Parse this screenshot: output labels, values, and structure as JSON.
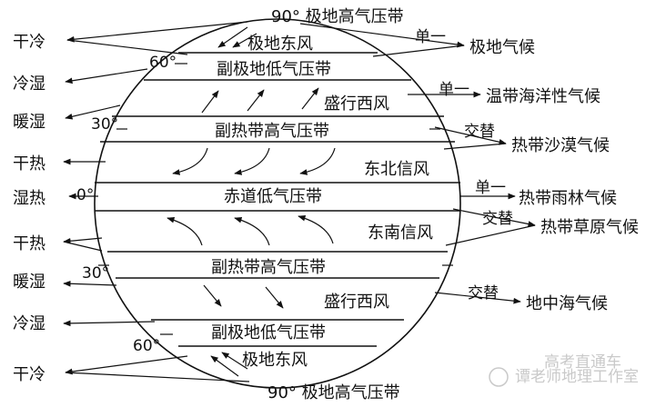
{
  "labels": {
    "top_pole": "90° 极地高气压带",
    "bottom_pole": "90° 极地高气压带",
    "north_polar_east": "极地东风",
    "north_subpolar_low": "副极地低气压带",
    "north_westerly": "盛行西风",
    "north_subtropical_high": "副热带高气压带",
    "ne_trade": "东北信风",
    "equator_low": "赤道低气压带",
    "se_trade": "东南信风",
    "south_subtropical_high": "副热带高气压带",
    "south_westerly": "盛行西风",
    "south_subpolar_low": "副极地低气压带",
    "south_polar_east": "极地东风"
  },
  "latitudes": {
    "n60": "60°",
    "n30": "30°",
    "eq": "0°",
    "s30": "30°",
    "s60": "60°"
  },
  "left_conditions": [
    "干冷",
    "冷湿",
    "暖湿",
    "干热",
    "湿热",
    "干热",
    "暖湿",
    "冷湿",
    "干冷"
  ],
  "right_types": {
    "single": "单一",
    "alternate": "交替",
    "polar": "极地气候",
    "marine": "温带海洋性气候",
    "desert": "热带沙漠气候",
    "rainforest": "热带雨林气候",
    "savanna": "热带草原气候",
    "mediterranean": "地中海气候"
  },
  "right_links": {
    "r1": "单一",
    "r2": "单一",
    "r3": "交替",
    "r4": "单一",
    "r5": "交替",
    "r6": "交替"
  },
  "watermark": {
    "line1": "高考直通车",
    "line2": "谭老师地理工作室"
  }
}
